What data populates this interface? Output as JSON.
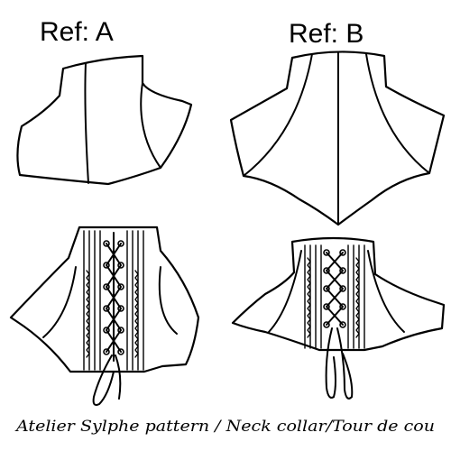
{
  "labels": {
    "ref_a": "Ref: A",
    "ref_b": "Ref: B"
  },
  "caption": "Atelier Sylphe pattern / Neck collar/Tour de cou"
}
